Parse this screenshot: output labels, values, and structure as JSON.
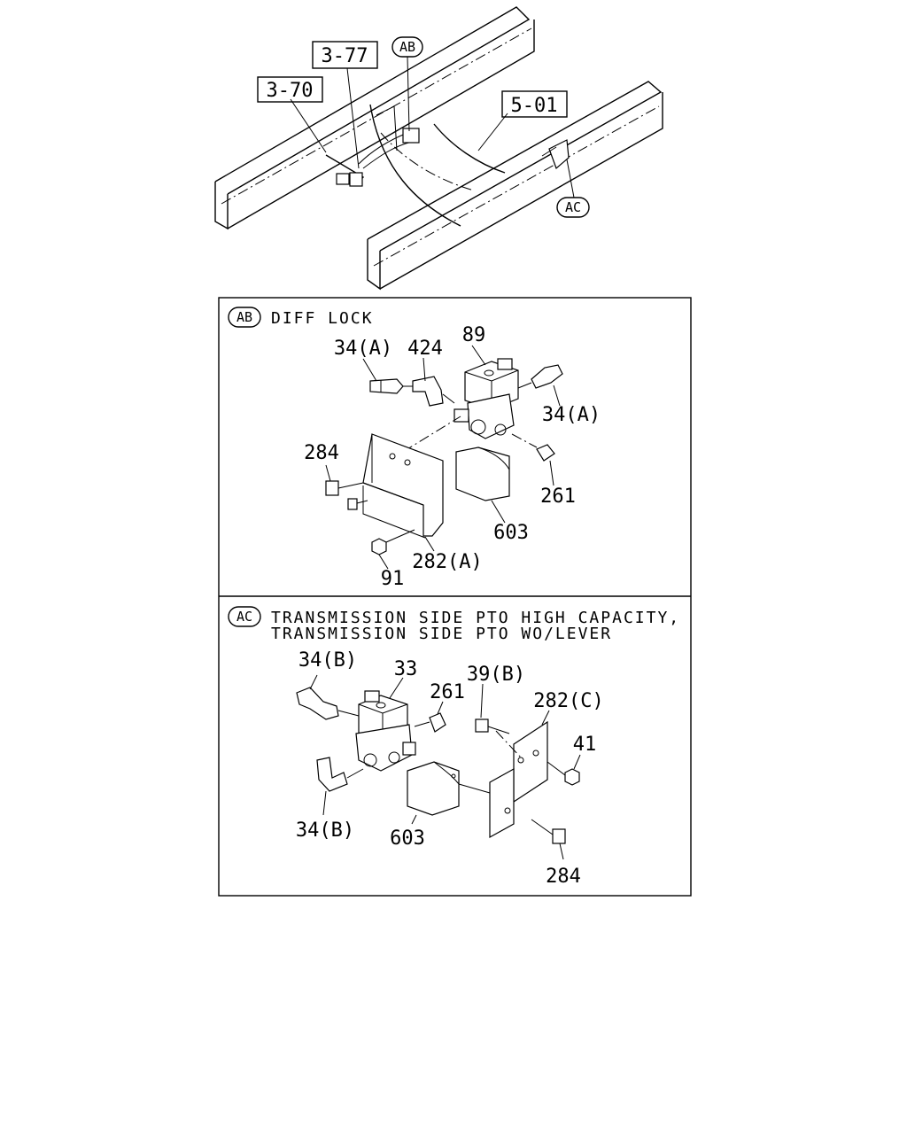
{
  "overview": {
    "refs": {
      "r1": "3-77",
      "r2": "3-70",
      "r3": "5-01"
    },
    "tags": {
      "ab": "AB",
      "ac": "AC"
    }
  },
  "panel_ab": {
    "tag": "AB",
    "title": "DIFF LOCK",
    "labels": {
      "p89": "89",
      "p424": "424",
      "p34a_left": "34(A)",
      "p34a_right": "34(A)",
      "p284": "284",
      "p261": "261",
      "p603": "603",
      "p282a": "282(A)",
      "p91": "91"
    }
  },
  "panel_ac": {
    "tag": "AC",
    "title_line1": "TRANSMISSION SIDE PTO HIGH CAPACITY,",
    "title_line2": "TRANSMISSION SIDE PTO WO/LEVER",
    "labels": {
      "p34b_top": "34(B)",
      "p33": "33",
      "p261": "261",
      "p39b": "39(B)",
      "p282c": "282(C)",
      "p41": "41",
      "p34b_bottom": "34(B)",
      "p603": "603",
      "p284": "284"
    }
  }
}
